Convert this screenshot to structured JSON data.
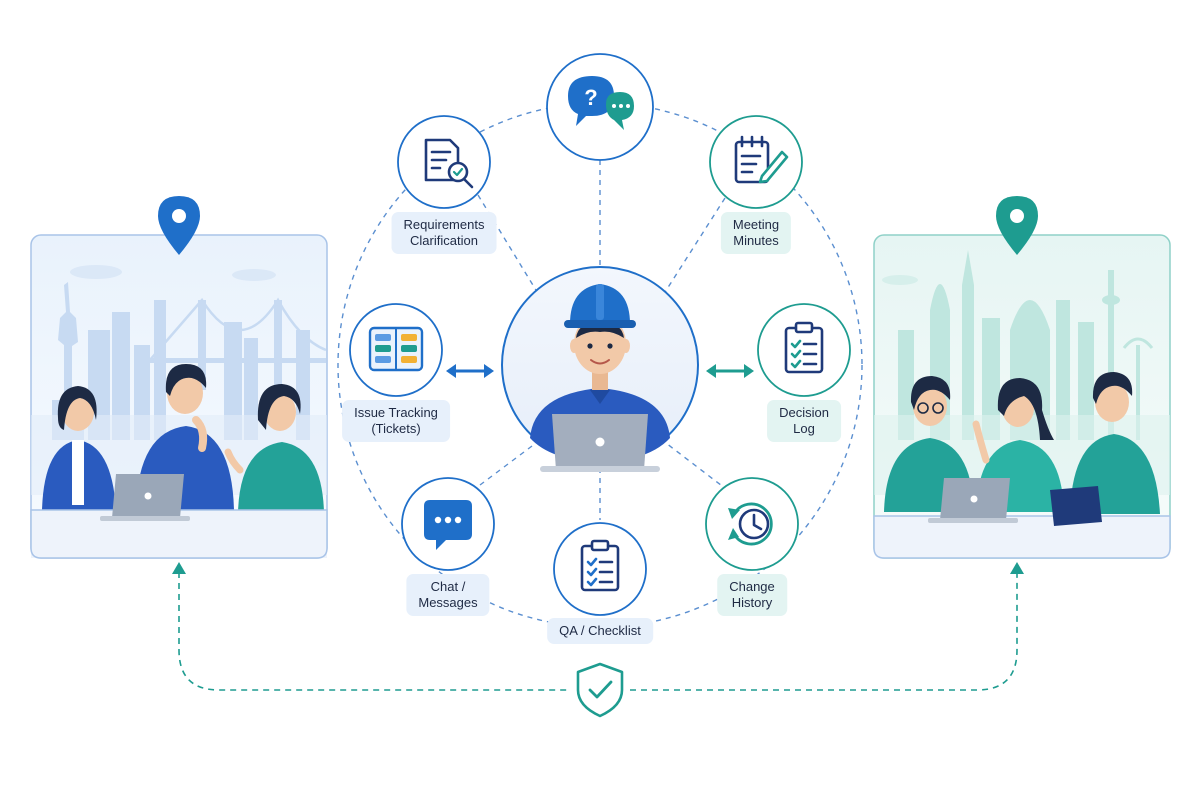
{
  "colors": {
    "blue": "#1f6fc9",
    "teal": "#1e9c90",
    "navy": "#1f3a7a",
    "label_blue_bg": "#e7f0fb",
    "label_teal_bg": "#e3f4f2"
  },
  "center": {
    "figure": "engineer-with-hardhat-and-laptop"
  },
  "left_office": {
    "pin_icon": "location-pin-icon",
    "scene": "team-meeting-with-skyline"
  },
  "right_office": {
    "pin_icon": "location-pin-icon",
    "scene": "team-meeting-with-skyline"
  },
  "nodes": {
    "chat_support": {
      "icon": "question-chat-icon"
    },
    "requirements": {
      "icon": "document-search-icon",
      "label": "Requirements\nClarification"
    },
    "meeting_minutes": {
      "icon": "notepad-pencil-icon",
      "label": "Meeting\nMinutes"
    },
    "issue_tracking": {
      "icon": "kanban-board-icon",
      "label": "Issue Tracking\n(Tickets)"
    },
    "decision_log": {
      "icon": "clipboard-checklist-icon",
      "label": "Decision\nLog"
    },
    "chat_messages": {
      "icon": "chat-bubble-icon",
      "label": "Chat /\nMessages"
    },
    "qa_checklist": {
      "icon": "checklist-icon",
      "label": "QA / Checklist"
    },
    "change_history": {
      "icon": "clock-history-icon",
      "label": "Change\nHistory"
    }
  },
  "footer": {
    "icon": "shield-check-icon"
  }
}
